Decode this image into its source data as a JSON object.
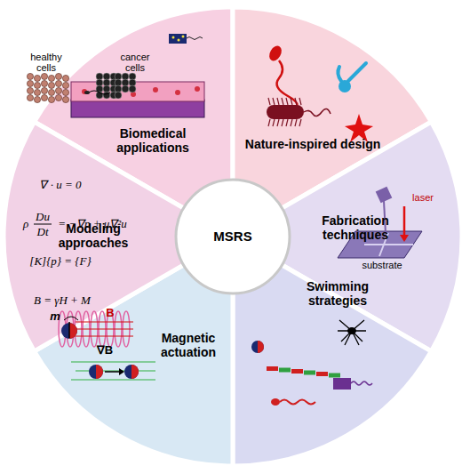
{
  "diagram": {
    "nodes": [
      {
        "text": [
          "MSRS"
        ]
      },
      {
        "text": [
          "Biomedical applications"
        ]
      },
      {
        "text": [
          "Nature-inspired design"
        ]
      },
      {
        "text": [
          "Fabrication techniques"
        ]
      },
      {
        "text": [
          "Swimming strategies"
        ]
      },
      {
        "text": [
          "Magnetic actuation"
        ]
      },
      {
        "text": [
          "Modeling approaches"
        ]
      }
    ],
    "labels": [
      "healthy cells",
      "cancer cells",
      "laser",
      "substrate",
      "m",
      "B",
      "∇B",
      "∇ · u = 0",
      "ρ",
      "Du",
      "Dt",
      "= −∇p + μ∇²u",
      "[K]{p} = {F}",
      "B = γH + M"
    ]
  }
}
